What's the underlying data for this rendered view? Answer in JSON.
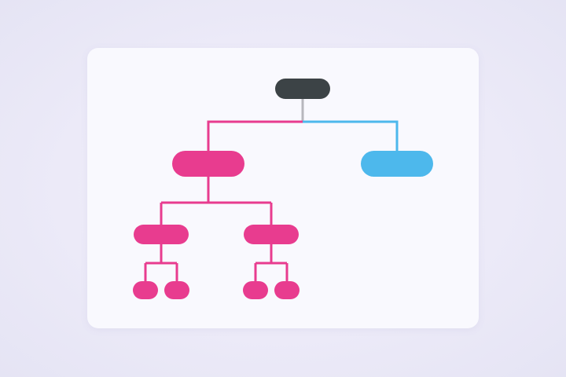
{
  "colors": {
    "background": "#ecebf8",
    "card": "#f9f9fe",
    "root": "#3c4346",
    "root_connector": "#b7b7bd",
    "branch_left": "#e83c8f",
    "branch_right": "#4db8ec"
  },
  "tree": {
    "root": {
      "label": "",
      "children": [
        {
          "id": "left",
          "label": "",
          "color_key": "branch_left",
          "children": [
            {
              "id": "left-left",
              "label": "",
              "children": [
                {
                  "id": "ll-1",
                  "label": ""
                },
                {
                  "id": "ll-2",
                  "label": ""
                }
              ]
            },
            {
              "id": "left-right",
              "label": "",
              "children": [
                {
                  "id": "lr-1",
                  "label": ""
                },
                {
                  "id": "lr-2",
                  "label": ""
                }
              ]
            }
          ]
        },
        {
          "id": "right",
          "label": "",
          "color_key": "branch_right",
          "children": []
        }
      ]
    }
  }
}
